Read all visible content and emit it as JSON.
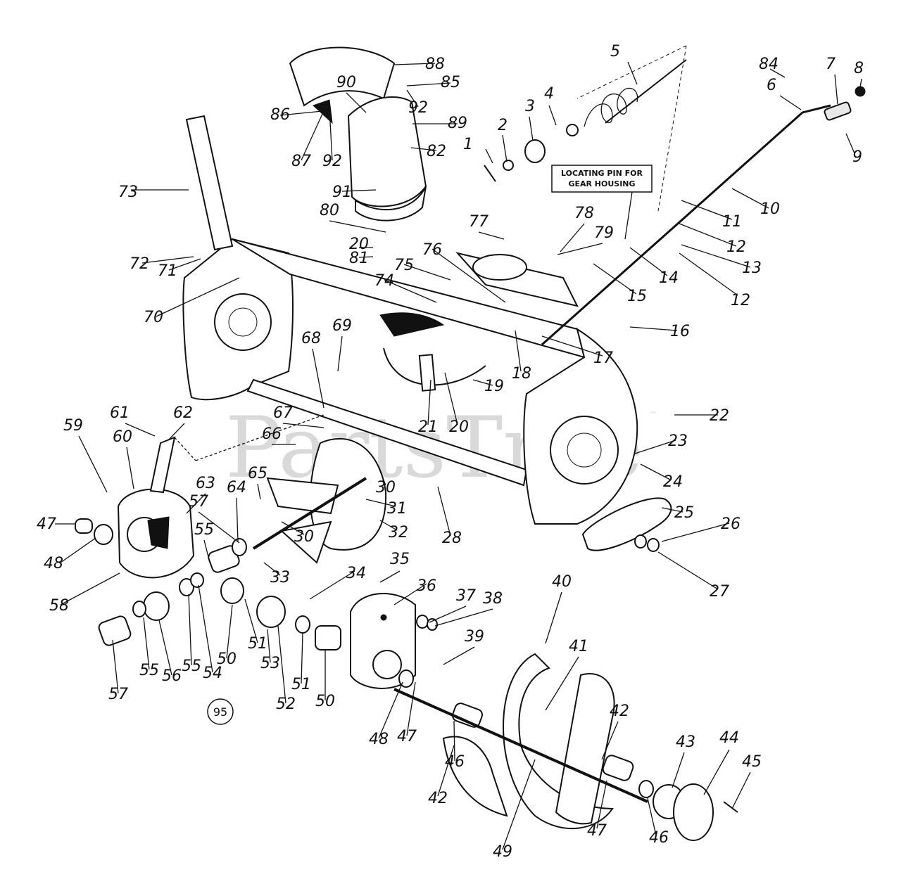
{
  "watermark": {
    "text": "PartsTree",
    "trademark": "™"
  },
  "note": {
    "line1": "LOCATING PIN FOR",
    "line2": "GEAR HOUSING"
  },
  "circled_label": "95",
  "callouts": [
    {
      "id": "c1",
      "text": "1"
    },
    {
      "id": "c2",
      "text": "2"
    },
    {
      "id": "c3",
      "text": "3"
    },
    {
      "id": "c4",
      "text": "4"
    },
    {
      "id": "c5",
      "text": "5"
    },
    {
      "id": "c6",
      "text": "6"
    },
    {
      "id": "c7",
      "text": "7"
    },
    {
      "id": "c8",
      "text": "8"
    },
    {
      "id": "c9",
      "text": "9"
    },
    {
      "id": "c10",
      "text": "10"
    },
    {
      "id": "c11",
      "text": "11"
    },
    {
      "id": "c12a",
      "text": "12"
    },
    {
      "id": "c12b",
      "text": "12"
    },
    {
      "id": "c13",
      "text": "13"
    },
    {
      "id": "c14",
      "text": "14"
    },
    {
      "id": "c15",
      "text": "15"
    },
    {
      "id": "c16",
      "text": "16"
    },
    {
      "id": "c17",
      "text": "17"
    },
    {
      "id": "c18",
      "text": "18"
    },
    {
      "id": "c19",
      "text": "19"
    },
    {
      "id": "c20a",
      "text": "20"
    },
    {
      "id": "c20b",
      "text": "20"
    },
    {
      "id": "c21",
      "text": "21"
    },
    {
      "id": "c22",
      "text": "22"
    },
    {
      "id": "c23",
      "text": "23"
    },
    {
      "id": "c24",
      "text": "24"
    },
    {
      "id": "c25",
      "text": "25"
    },
    {
      "id": "c26",
      "text": "26"
    },
    {
      "id": "c27",
      "text": "27"
    },
    {
      "id": "c28",
      "text": "28"
    },
    {
      "id": "c30a",
      "text": "30"
    },
    {
      "id": "c30b",
      "text": "30"
    },
    {
      "id": "c31",
      "text": "31"
    },
    {
      "id": "c32",
      "text": "32"
    },
    {
      "id": "c33",
      "text": "33"
    },
    {
      "id": "c34",
      "text": "34"
    },
    {
      "id": "c35",
      "text": "35"
    },
    {
      "id": "c36",
      "text": "36"
    },
    {
      "id": "c37",
      "text": "37"
    },
    {
      "id": "c38",
      "text": "38"
    },
    {
      "id": "c39",
      "text": "39"
    },
    {
      "id": "c40",
      "text": "40"
    },
    {
      "id": "c41",
      "text": "41"
    },
    {
      "id": "c42a",
      "text": "42"
    },
    {
      "id": "c42b",
      "text": "42"
    },
    {
      "id": "c43",
      "text": "43"
    },
    {
      "id": "c44",
      "text": "44"
    },
    {
      "id": "c45",
      "text": "45"
    },
    {
      "id": "c46a",
      "text": "46"
    },
    {
      "id": "c46b",
      "text": "46"
    },
    {
      "id": "c47a",
      "text": "47"
    },
    {
      "id": "c47b",
      "text": "47"
    },
    {
      "id": "c47c",
      "text": "47"
    },
    {
      "id": "c48a",
      "text": "48"
    },
    {
      "id": "c48b",
      "text": "48"
    },
    {
      "id": "c49",
      "text": "49"
    },
    {
      "id": "c50a",
      "text": "50"
    },
    {
      "id": "c50b",
      "text": "50"
    },
    {
      "id": "c51a",
      "text": "51"
    },
    {
      "id": "c51b",
      "text": "51"
    },
    {
      "id": "c52",
      "text": "52"
    },
    {
      "id": "c53",
      "text": "53"
    },
    {
      "id": "c54",
      "text": "54"
    },
    {
      "id": "c55a",
      "text": "55"
    },
    {
      "id": "c55b",
      "text": "55"
    },
    {
      "id": "c55c",
      "text": "55"
    },
    {
      "id": "c56",
      "text": "56"
    },
    {
      "id": "c57a",
      "text": "57"
    },
    {
      "id": "c57b",
      "text": "57"
    },
    {
      "id": "c58",
      "text": "58"
    },
    {
      "id": "c59",
      "text": "59"
    },
    {
      "id": "c60",
      "text": "60"
    },
    {
      "id": "c61",
      "text": "61"
    },
    {
      "id": "c62",
      "text": "62"
    },
    {
      "id": "c63",
      "text": "63"
    },
    {
      "id": "c64",
      "text": "64"
    },
    {
      "id": "c65",
      "text": "65"
    },
    {
      "id": "c66",
      "text": "66"
    },
    {
      "id": "c67",
      "text": "67"
    },
    {
      "id": "c68",
      "text": "68"
    },
    {
      "id": "c69",
      "text": "69"
    },
    {
      "id": "c70",
      "text": "70"
    },
    {
      "id": "c71",
      "text": "71"
    },
    {
      "id": "c72",
      "text": "72"
    },
    {
      "id": "c73",
      "text": "73"
    },
    {
      "id": "c74",
      "text": "74"
    },
    {
      "id": "c75",
      "text": "75"
    },
    {
      "id": "c76",
      "text": "76"
    },
    {
      "id": "c77",
      "text": "77"
    },
    {
      "id": "c78",
      "text": "78"
    },
    {
      "id": "c79",
      "text": "79"
    },
    {
      "id": "c80",
      "text": "80"
    },
    {
      "id": "c81",
      "text": "81"
    },
    {
      "id": "c82",
      "text": "82"
    },
    {
      "id": "c84",
      "text": "84"
    },
    {
      "id": "c85",
      "text": "85"
    },
    {
      "id": "c86",
      "text": "86"
    },
    {
      "id": "c87",
      "text": "87"
    },
    {
      "id": "c88",
      "text": "88"
    },
    {
      "id": "c89",
      "text": "89"
    },
    {
      "id": "c90",
      "text": "90"
    },
    {
      "id": "c91",
      "text": "91"
    },
    {
      "id": "c92a",
      "text": "92"
    },
    {
      "id": "c92b",
      "text": "92"
    }
  ]
}
